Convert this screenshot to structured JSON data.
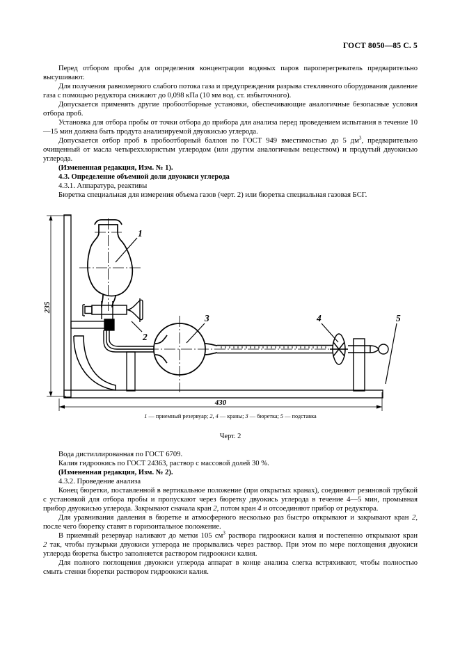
{
  "header": {
    "standard": "ГОСТ 8050—85 С. 5"
  },
  "body_top": {
    "paragraphs": [
      {
        "id": "p-superheater-drying",
        "style": "normal",
        "text": "Перед отбором пробы для определения концентрации водяных паров пароперегреватель предварительно высушивают."
      },
      {
        "id": "p-gas-flow-reducer",
        "style": "normal",
        "text": "Для получения равномерного слабого потока газа и предупреждения разрыва стеклянного оборудования давление газа с помощью редуктора снижают до 0,098 кПа (10 мм вод. ст. избыточного)."
      },
      {
        "id": "p-other-sampling-units",
        "style": "normal",
        "text": "Допускается применять другие пробоотборные установки, обеспечивающие аналогичные безопасные условия отбора проб."
      },
      {
        "id": "p-sampling-line-purge",
        "style": "normal",
        "text": "Установка для отбора пробы от точки отбора до прибора для анализа перед проведением испытания в течение 10—15 мин должна быть продута анализируемой двуокисью углерода."
      },
      {
        "id": "p-sampling-cylinder",
        "style": "normal",
        "text": "Допускается отбор проб в пробоотборный баллон по ГОСТ 949 вместимостью до 5 дм3, предварительно очищенный от масла четыреххлористым углеродом (или другим аналогичным веществом) и продутый двуокисью углерода."
      },
      {
        "id": "p-revision-1",
        "style": "bold",
        "text": "(Измененная редакция, Изм. № 1)."
      },
      {
        "id": "p-section-4-3",
        "style": "heading",
        "text": "4.3.  Определение объемной доли двуокиси углерода"
      },
      {
        "id": "p-section-4-3-1",
        "style": "normal-noindentless",
        "text": "4.3.1.  Аппаратура, реактивы"
      },
      {
        "id": "p-burette-description",
        "style": "normal",
        "text": "Бюретка специальная для измерения объема газов (черт. 2) или бюретка специальная газовая БСГ."
      }
    ]
  },
  "figure": {
    "name": "Черт. 2",
    "caption_parts": [
      {
        "num": "1",
        "dash": " — ",
        "text": "приемный резервуар; "
      },
      {
        "num": "2, 4",
        "dash": " — ",
        "text": "краны; "
      },
      {
        "num": "3",
        "dash": " — ",
        "text": "бюретка; "
      },
      {
        "num": "5",
        "dash": " — ",
        "text": "подставка"
      }
    ],
    "caption_full": "1 — приемный резервуар; 2, 4 — краны; 3 — бюретка; 5 — подставка",
    "dimensions": {
      "height": "235",
      "length": "430"
    },
    "callouts": [
      {
        "id": "1",
        "label": "1",
        "meaning": "приемный резервуар"
      },
      {
        "id": "2",
        "label": "2",
        "meaning": "кран"
      },
      {
        "id": "3",
        "label": "3",
        "meaning": "бюретка"
      },
      {
        "id": "4",
        "label": "4",
        "meaning": "кран"
      },
      {
        "id": "5",
        "label": "5",
        "meaning": "подставка"
      }
    ]
  },
  "body_bottom": {
    "paragraphs": [
      {
        "id": "p-distilled-water",
        "style": "flush",
        "text": "Вода дистиллированная по ГОСТ 6709."
      },
      {
        "id": "p-potassium-hydroxide",
        "style": "flush",
        "text": "Калия гидроокись по ГОСТ 24363, раствор с массовой долей 30 %."
      },
      {
        "id": "p-revision-2",
        "style": "bold",
        "text": "(Измененная редакция, Изм. № 2)."
      },
      {
        "id": "p-section-4-3-2",
        "style": "flush",
        "text": "4.3.2.  Проведение анализа"
      },
      {
        "id": "p-analysis-step-1",
        "style": "normal",
        "text": "Конец бюретки, поставленной в вертикальное положение (при открытых кранах), соединяют резиновой трубкой с установкой для отбора пробы и пропускают через бюретку двуокись углерода в течение 4—5 мин, промывная прибор двуокисью углерода. Закрывают сначала кран 2, потом кран 4 и отсоединяют прибор от редуктора."
      },
      {
        "id": "p-analysis-step-2",
        "style": "normal",
        "text": "Для уравнивания давления в бюретке и атмосферного несколько раз быстро открывают и закрывают кран 2, после чего бюретку ставят в горизонтальное положение."
      },
      {
        "id": "p-analysis-step-3",
        "style": "normal",
        "text": "В приемный резервуар наливают до метки 105 см3 раствора гидроокиси калия и постепенно открывают кран 2 так, чтобы пузырьки двуокиси углерода не прорывались через раствор. При этом по мере поглощения двуокиси углерода бюретка быстро заполняется раствором гидроокиси калия."
      },
      {
        "id": "p-analysis-step-4",
        "style": "normal",
        "text": "Для полного поглощения двуокиси углерода аппарат в конце анализа слегка встряхивают, чтобы полностью смыть стенки бюретки раствором гидроокиси калия."
      }
    ]
  },
  "colors": {
    "ink": "#000000",
    "paper": "#ffffff"
  }
}
